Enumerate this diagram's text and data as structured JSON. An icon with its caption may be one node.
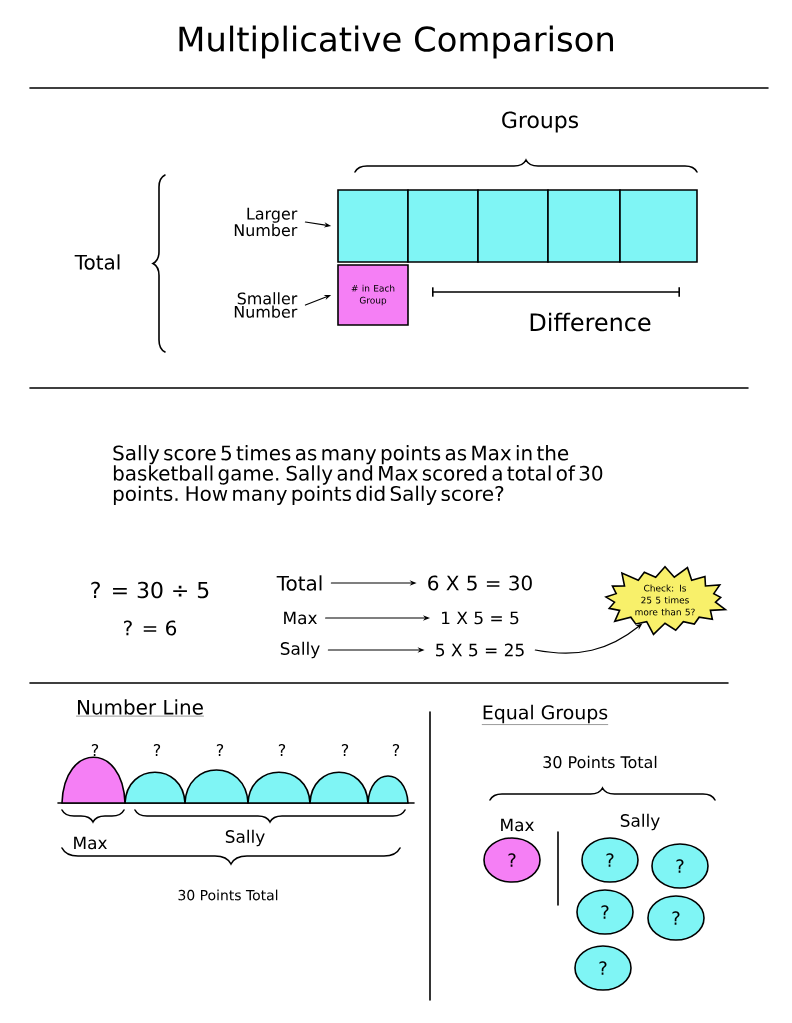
{
  "diagram": {
    "title": "Multiplicative Comparison",
    "nodes": [
      {
        "text": [
          "Larger Number"
        ]
      },
      {
        "text": [],
        "shape": "box"
      },
      {
        "text": [],
        "shape": "box"
      },
      {
        "text": [],
        "shape": "box"
      },
      {
        "text": [],
        "shape": "box"
      },
      {
        "text": [],
        "shape": "box"
      },
      {
        "text": [
          "Smaller Number"
        ]
      },
      {
        "text": [
          "# in Each Group"
        ]
      },
      {
        "text": [
          "Total"
        ]
      },
      {
        "text": [
          "6 X 5 = 30"
        ]
      },
      {
        "text": [
          "Max"
        ]
      },
      {
        "text": [
          "1 X 5 = 5"
        ]
      },
      {
        "text": [
          "Sally"
        ]
      },
      {
        "text": [
          "5 X 5 = 25"
        ]
      },
      {
        "text": [
          "Check: Is 25 5 times more than 5?"
        ]
      },
      {
        "text": [
          "?"
        ]
      },
      {
        "text": [
          "?"
        ]
      },
      {
        "text": [
          "?"
        ]
      },
      {
        "text": [
          "?"
        ]
      },
      {
        "text": [
          "?"
        ]
      },
      {
        "text": [
          "?"
        ]
      }
    ],
    "edges": [
      {
        "from": 0,
        "to": 1,
        "arrow": "to"
      },
      {
        "from": 6,
        "to": 7,
        "arrow": "to"
      },
      {
        "from": 8,
        "to": 9,
        "arrow": "to"
      },
      {
        "from": 10,
        "to": 11,
        "arrow": "to"
      },
      {
        "from": 12,
        "to": 13,
        "arrow": "to"
      },
      {
        "from": 13,
        "to": 14,
        "arrow": "to"
      }
    ],
    "labels": [
      "Groups",
      "Total",
      "Difference",
      "Sally score 5 times as many points as Max in the basketball game. Sally and Max scored a total of 30 points. How many points did Sally score?",
      "? = 30 ÷ 5",
      "? = 6",
      "Number Line",
      "?",
      "?",
      "?",
      "?",
      "?",
      "?",
      "Max",
      "Sally",
      "30 Points Total",
      "Equal Groups",
      "30 Points Total",
      "Max",
      "Sally"
    ]
  }
}
